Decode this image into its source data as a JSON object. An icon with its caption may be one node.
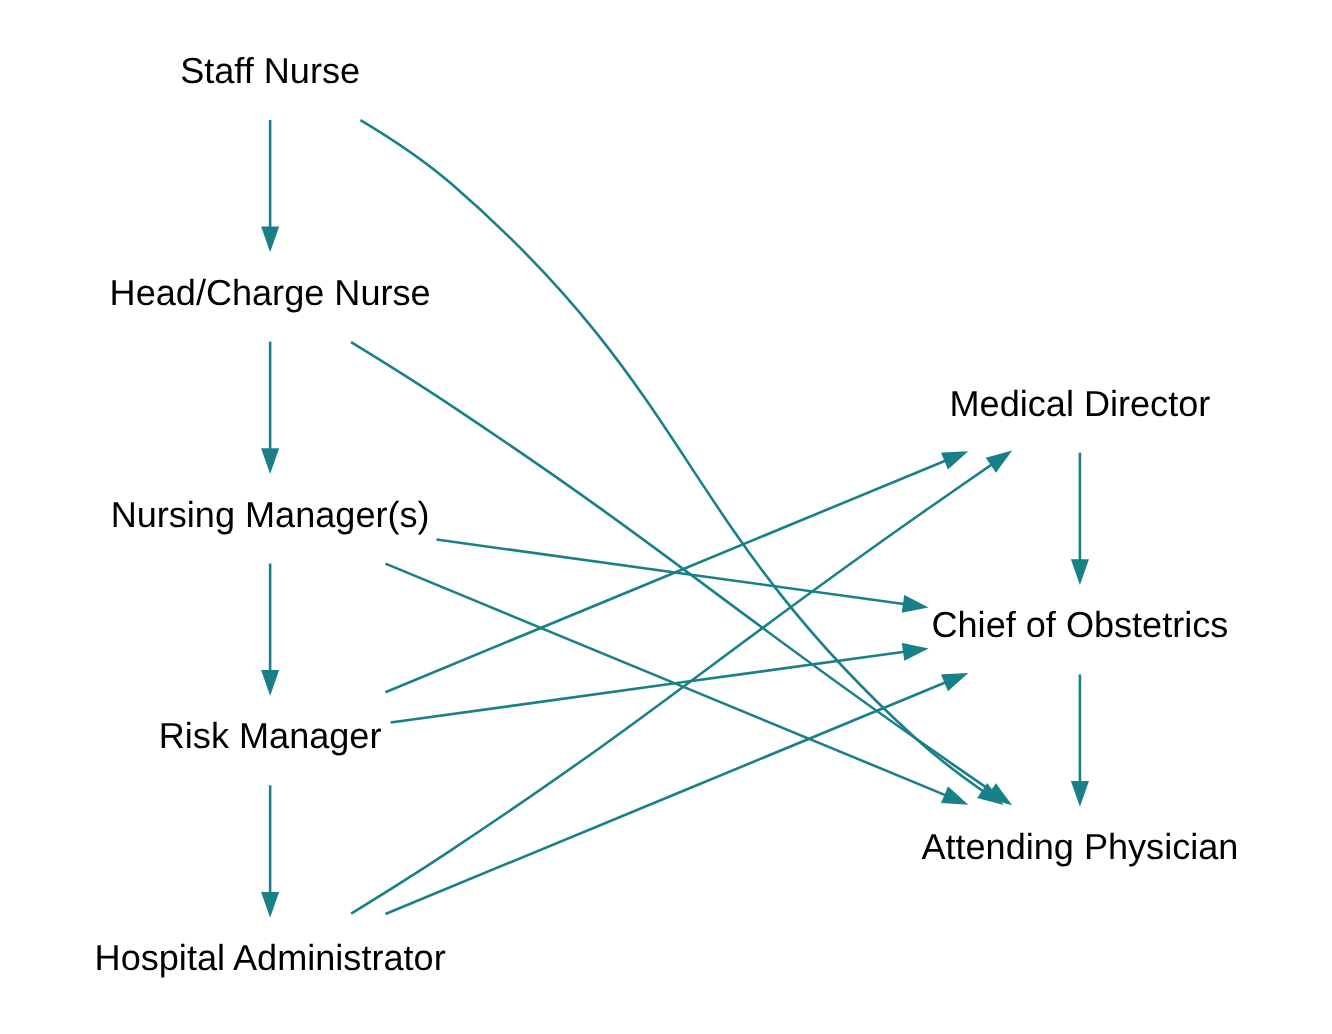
{
  "diagram": {
    "nodes": [
      {
        "text": [
          "Staff Nurse"
        ]
      },
      {
        "text": [
          "Attending Physician"
        ]
      },
      {
        "text": [
          "Head/Charge Nurse"
        ]
      },
      {
        "text": [
          "Nursing Manager(s)"
        ]
      },
      {
        "text": [
          "Chief of Obstetrics"
        ]
      },
      {
        "text": [
          "Risk Manager"
        ]
      },
      {
        "text": [
          "Medical Director"
        ]
      },
      {
        "text": [
          "Hospital Administrator"
        ]
      }
    ],
    "edges": [
      {
        "from": 0,
        "to": 1,
        "arrow": "to"
      },
      {
        "from": 0,
        "to": 2,
        "arrow": "to"
      },
      {
        "from": 2,
        "to": 1,
        "arrow": "to"
      },
      {
        "from": 2,
        "to": 3,
        "arrow": "to"
      },
      {
        "from": 3,
        "to": 1,
        "arrow": "to"
      },
      {
        "from": 3,
        "to": 4,
        "arrow": "to"
      },
      {
        "from": 3,
        "to": 5,
        "arrow": "to"
      },
      {
        "from": 4,
        "to": 1,
        "arrow": "to"
      },
      {
        "from": 5,
        "to": 4,
        "arrow": "to"
      },
      {
        "from": 5,
        "to": 6,
        "arrow": "to"
      },
      {
        "from": 5,
        "to": 7,
        "arrow": "to"
      },
      {
        "from": 6,
        "to": 4,
        "arrow": "to"
      },
      {
        "from": 7,
        "to": 4,
        "arrow": "to"
      },
      {
        "from": 7,
        "to": 6,
        "arrow": "to"
      }
    ]
  }
}
